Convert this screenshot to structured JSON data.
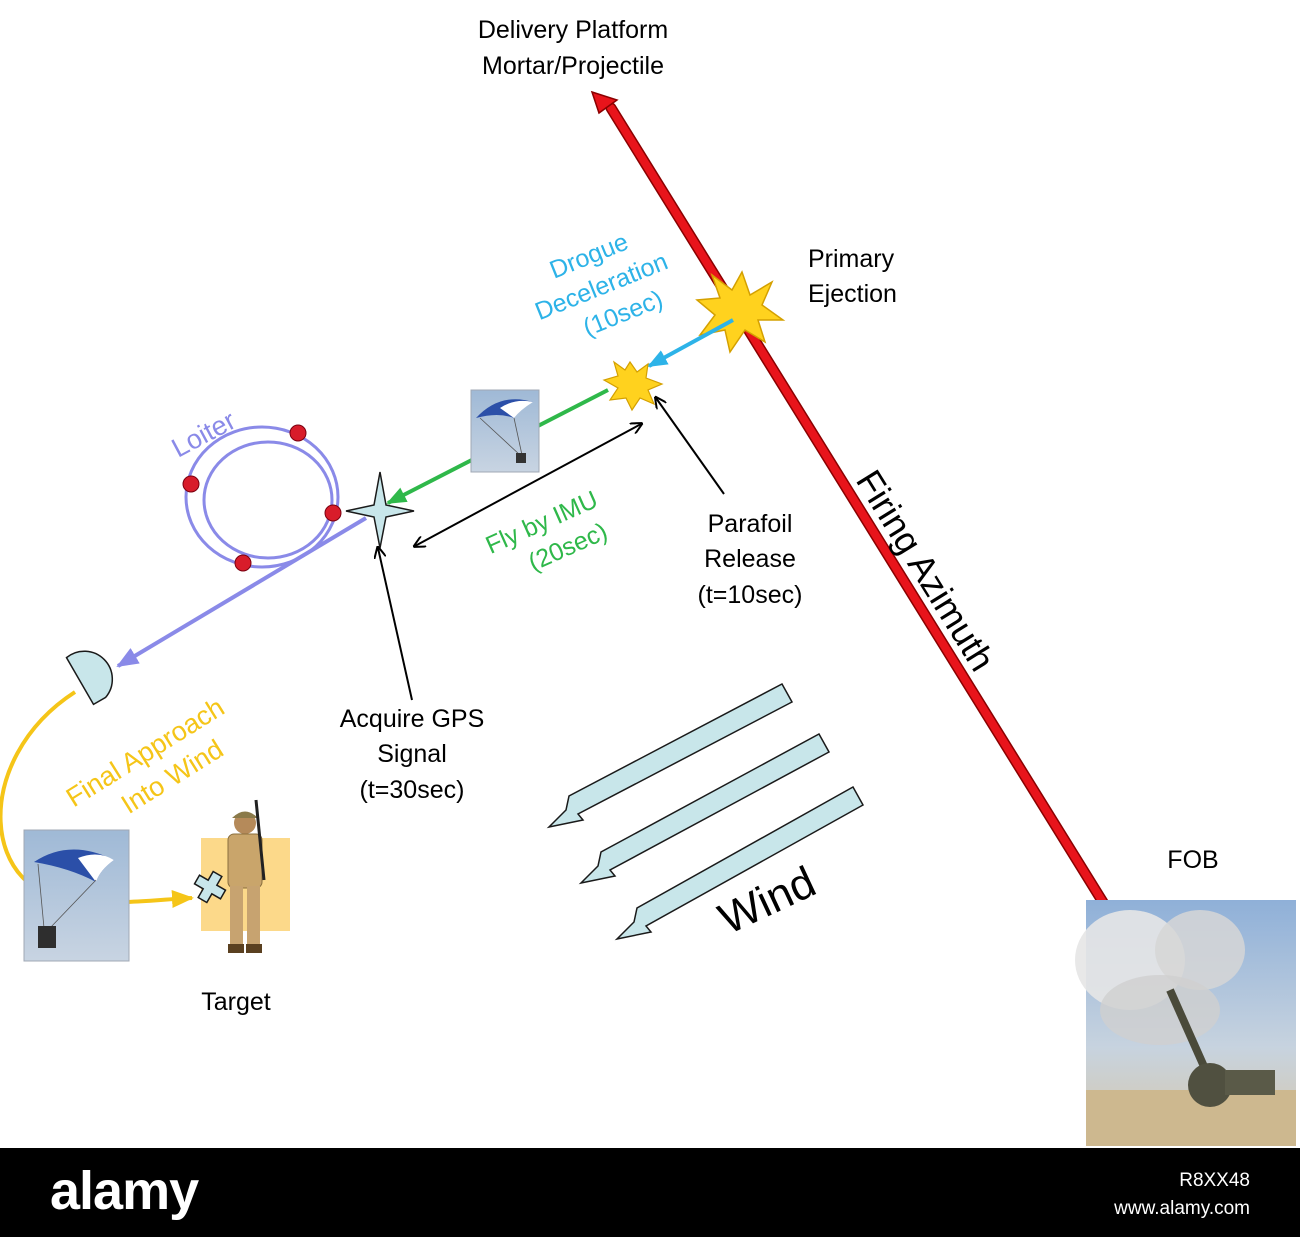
{
  "diagram": {
    "delivery_platform_line1": "Delivery Platform",
    "delivery_platform_line2": "Mortar/Projectile",
    "primary_ejection_line1": "Primary",
    "primary_ejection_line2": "Ejection",
    "drogue_line1": "Drogue",
    "drogue_line2": "Deceleration",
    "drogue_line3": "(10sec)",
    "loiter": "Loiter",
    "fly_by_imu_line1": "Fly by IMU",
    "fly_by_imu_line2": "(20sec)",
    "parafoil_line1": "Parafoil",
    "parafoil_line2": "Release",
    "parafoil_line3": "(t=10sec)",
    "firing_azimuth": "Firing Azimuth",
    "acquire_line1": "Acquire GPS",
    "acquire_line2": "Signal",
    "acquire_line3": "(t=30sec)",
    "final_line1": "Final Approach",
    "final_line2": "Into Wind",
    "wind": "Wind",
    "fob": "FOB",
    "target": "Target"
  },
  "colors": {
    "firing_line": "#e8141b",
    "drogue": "#2db3e8",
    "fly_imu": "#2fb84a",
    "loiter": "#8a8ae8",
    "final_approach": "#f5c518",
    "wind_arrow": "#c8e6ea",
    "burst": "#ffd21e"
  },
  "footer": {
    "logo": "alamy",
    "image_code": "R8XX48",
    "url": "www.alamy.com"
  }
}
